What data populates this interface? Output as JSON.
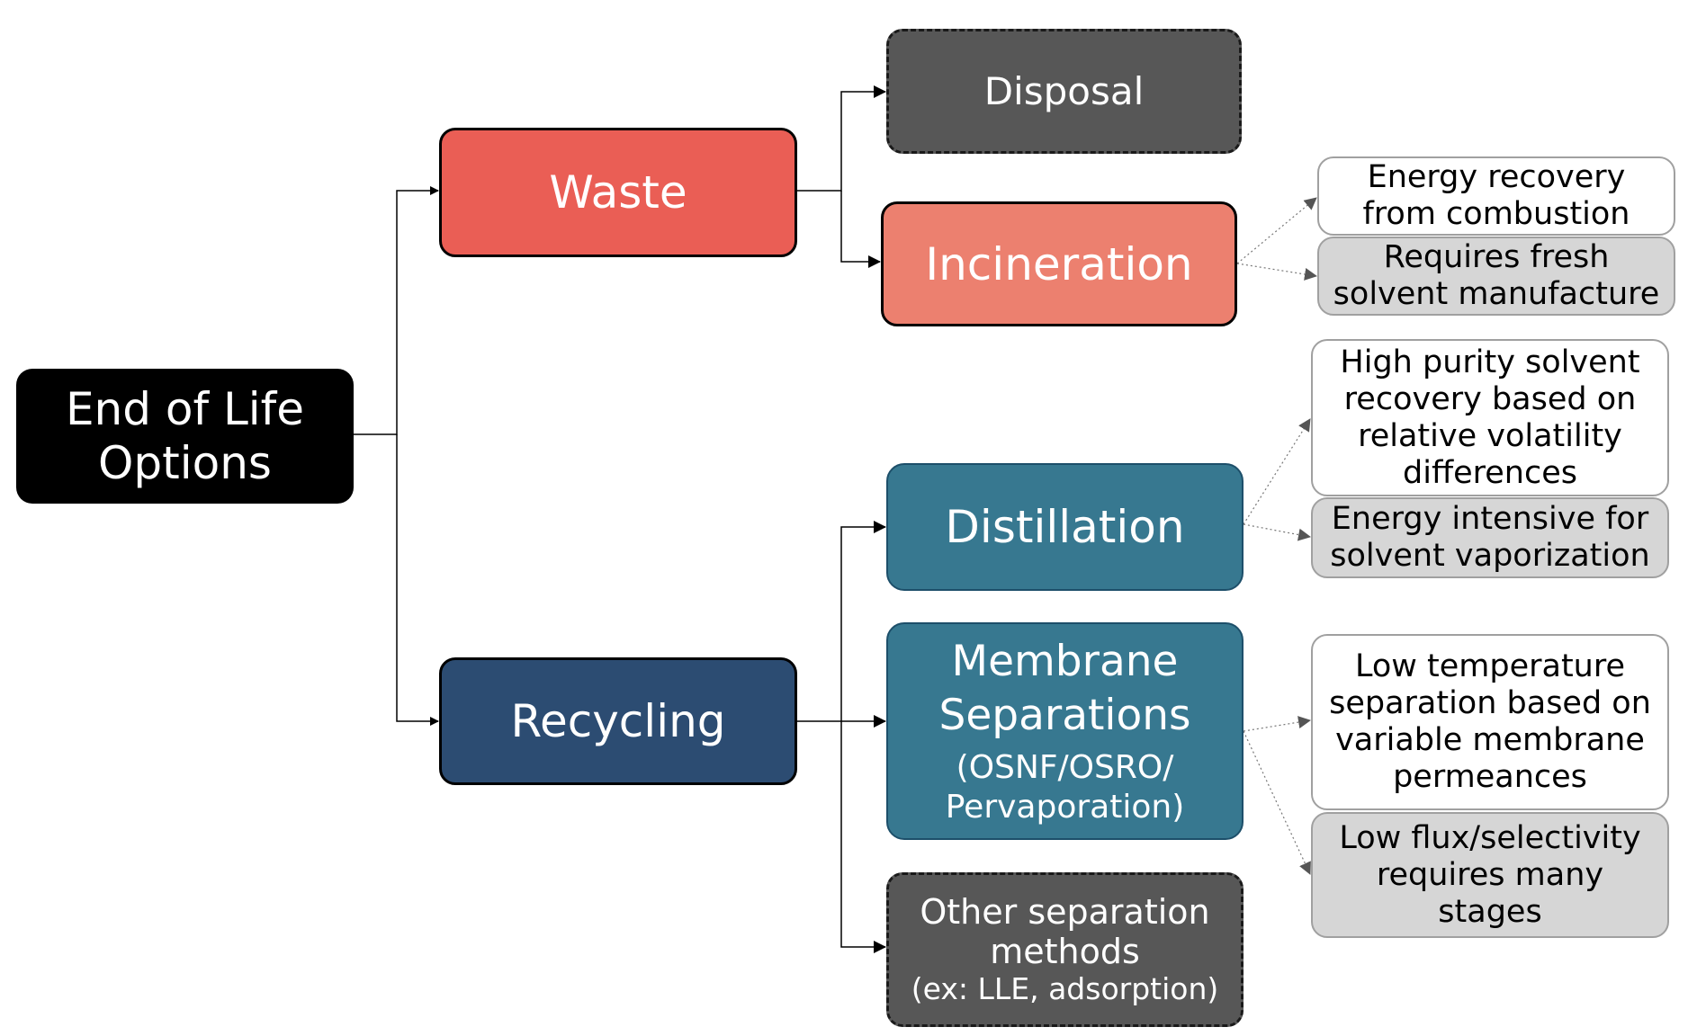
{
  "nodes": {
    "root": [
      "End of Life",
      "Options"
    ],
    "waste": "Waste",
    "recycling": "Recycling",
    "disposal": "Disposal",
    "incineration": "Incineration",
    "distillation": "Distillation",
    "membrane": {
      "title": [
        "Membrane",
        "Separations"
      ],
      "sub": [
        "(OSNF/OSRO/",
        "Pervaporation)"
      ]
    },
    "other": {
      "title": [
        "Other separation",
        "methods"
      ],
      "sub": "(ex: LLE, adsorption)"
    }
  },
  "notes": {
    "incin_pro": [
      "Energy recovery",
      "from combustion"
    ],
    "incin_con": [
      "Requires fresh",
      "solvent manufacture"
    ],
    "dist_pro": [
      "High purity solvent",
      "recovery based on",
      "relative volatility",
      "differences"
    ],
    "dist_con": [
      "Energy intensive for",
      "solvent vaporization"
    ],
    "memb_pro": [
      "Low temperature",
      "separation based on",
      "variable membrane",
      "permeances"
    ],
    "memb_con": [
      "Low flux/selectivity",
      "requires many",
      "stages"
    ]
  },
  "colors": {
    "root": "#000000",
    "waste": "#ea5e55",
    "incineration": "#ec806f",
    "recycling": "#2c4c72",
    "teal": "#377890",
    "dark_dashed": "#575757",
    "note_pro": "#ffffff",
    "note_con": "#d6d6d6"
  }
}
